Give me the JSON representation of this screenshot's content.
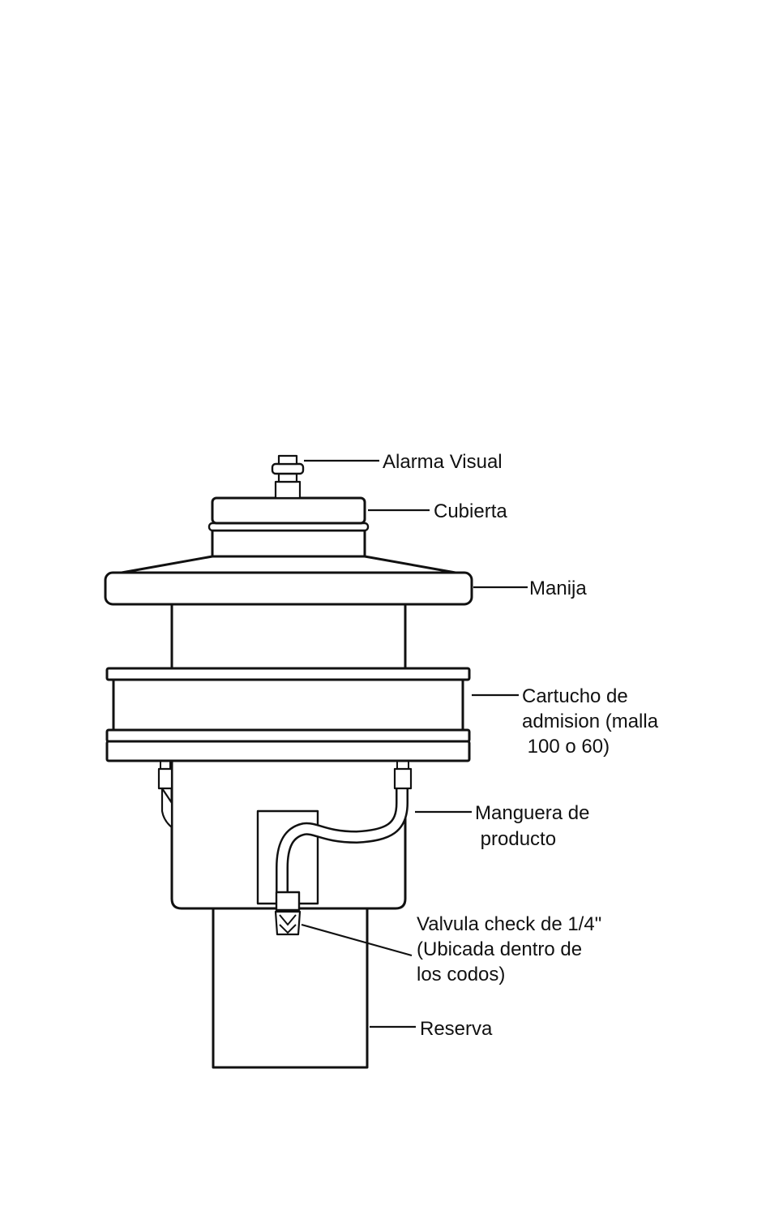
{
  "diagram": {
    "labels": {
      "visual_alarm": "Alarma Visual",
      "cover": "Cubierta",
      "handle": "Manija",
      "cartridge_line1": "Cartucho de",
      "cartridge_line2": "admision (malla",
      "cartridge_line3": " 100 o 60)",
      "hose_line1": "Manguera de",
      "hose_line2": " producto",
      "check_valve_line1": "Valvula check de 1/4\"",
      "check_valve_line2": "(Ubicada dentro de",
      "check_valve_line3": "los codos)",
      "reservoir": "Reserva"
    },
    "colors": {
      "stroke": "#111111",
      "background": "#ffffff"
    }
  }
}
